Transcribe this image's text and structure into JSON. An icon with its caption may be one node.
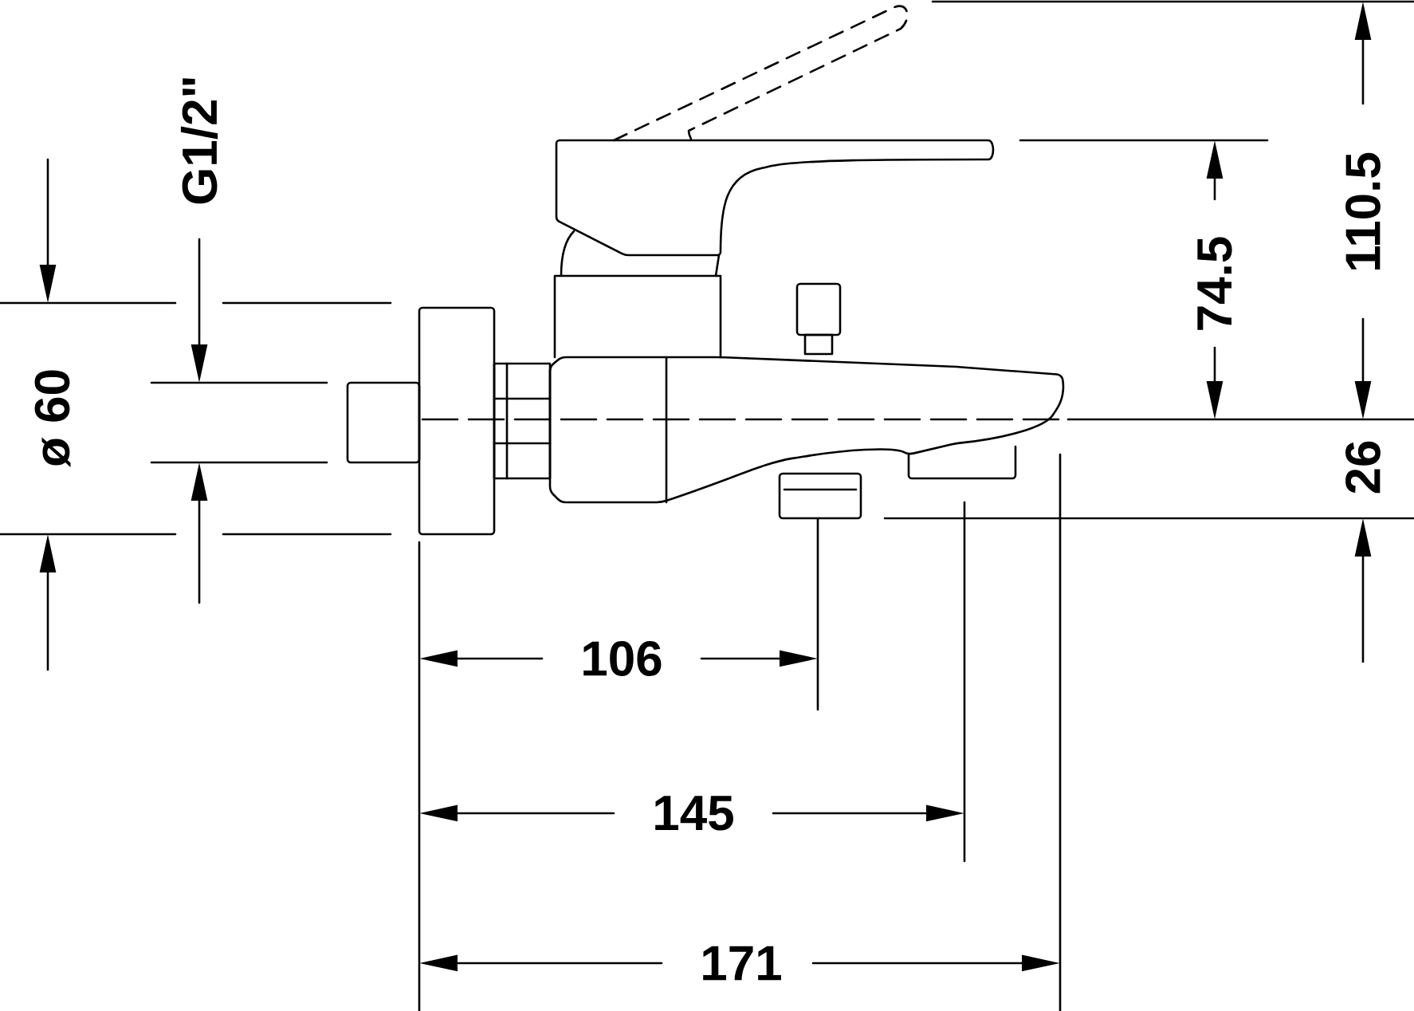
{
  "diagram": {
    "labels": [
      "G1/2\"",
      "ø 60",
      "74.5",
      "110.5",
      "26",
      "106",
      "145",
      "171"
    ]
  }
}
